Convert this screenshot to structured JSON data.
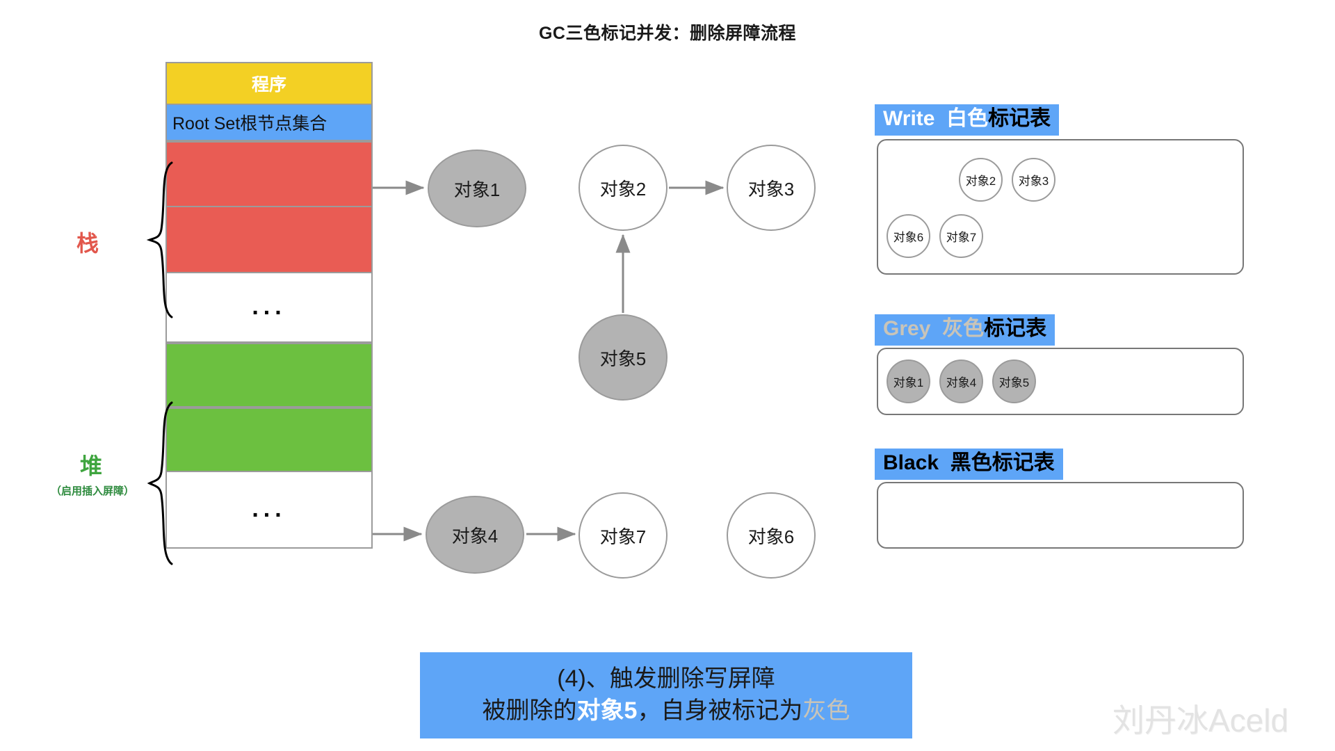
{
  "title": "GC三色标记并发：删除屏障流程",
  "memory": {
    "program_label": "程序",
    "root_set_label": "Root Set根节点集合",
    "stack_dots": "...",
    "heap_dots": "...",
    "stack_label": "栈",
    "heap_label": "堆",
    "heap_sublabel": "（启用插入屏障）"
  },
  "graph": {
    "nodes": [
      {
        "id": "obj1",
        "label": "对象1",
        "color": "grey"
      },
      {
        "id": "obj2",
        "label": "对象2",
        "color": "white"
      },
      {
        "id": "obj3",
        "label": "对象3",
        "color": "white"
      },
      {
        "id": "obj5",
        "label": "对象5",
        "color": "grey"
      },
      {
        "id": "obj4",
        "label": "对象4",
        "color": "grey"
      },
      {
        "id": "obj7",
        "label": "对象7",
        "color": "white"
      },
      {
        "id": "obj6",
        "label": "对象6",
        "color": "white"
      }
    ],
    "edges": [
      {
        "from": "root-set",
        "to": "obj1"
      },
      {
        "from": "obj2",
        "to": "obj3"
      },
      {
        "from": "obj5",
        "to": "obj2"
      },
      {
        "from": "heap-block",
        "to": "obj4"
      },
      {
        "from": "obj4",
        "to": "obj7"
      }
    ]
  },
  "tables": {
    "white": {
      "header_en": "Write",
      "header_cn_color": "白色",
      "header_cn_tail": "标记表",
      "items": [
        {
          "label": "对象2",
          "color": "white"
        },
        {
          "label": "对象3",
          "color": "white"
        },
        {
          "label": "对象6",
          "color": "white"
        },
        {
          "label": "对象7",
          "color": "white"
        }
      ]
    },
    "grey": {
      "header_en": "Grey",
      "header_cn_color": "灰色",
      "header_cn_tail": "标记表",
      "items": [
        {
          "label": "对象1",
          "color": "grey"
        },
        {
          "label": "对象4",
          "color": "grey"
        },
        {
          "label": "对象5",
          "color": "grey"
        }
      ]
    },
    "black": {
      "header_en": "Black",
      "header_cn_color": "黑色",
      "header_cn_tail": "标记表",
      "items": []
    }
  },
  "caption": {
    "line1": "(4)、触发删除写屏障",
    "line2_pre": "被删除的",
    "line2_hl": "对象5",
    "line2_mid": "，自身被标记为",
    "line2_tail": "灰色"
  },
  "watermark": "刘丹冰Aceld",
  "colors": {
    "program": "#F3D024",
    "root_set": "#5EA5F7",
    "stack_block": "#E95C54",
    "heap_block": "#6CC040",
    "grey_node": "#B3B3B3",
    "accent_blue": "#5EA5F7",
    "stack_text": "#E2574C",
    "heap_text": "#3FA53F"
  }
}
